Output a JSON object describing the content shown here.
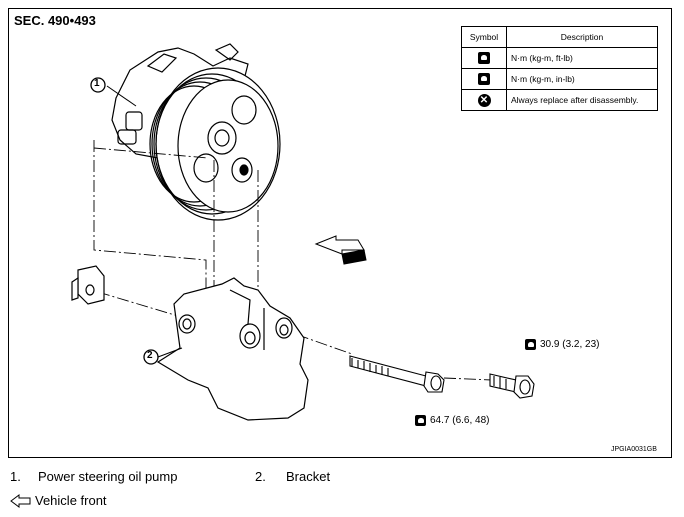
{
  "section_title": "SEC. 490•493",
  "legend": {
    "header_symbol": "Symbol",
    "header_description": "Description",
    "rows": [
      {
        "icon": "torque-wrench-ftlb-icon",
        "description": "N·m (kg-m, ft-lb)"
      },
      {
        "icon": "torque-wrench-inlb-icon",
        "description": "N·m (kg-m, in-lb)"
      },
      {
        "icon": "replace-x-icon",
        "description": "Always replace after disassembly."
      }
    ]
  },
  "torque_specs": {
    "upper": "30.9 (3.2, 23)",
    "lower": "64.7 (6.6, 48)"
  },
  "callouts": {
    "one": "1",
    "two": "2"
  },
  "image_code": "JPGIA0031GB",
  "parts": [
    {
      "num": "1.",
      "name": "Power steering oil pump"
    },
    {
      "num": "2.",
      "name": "Bracket"
    }
  ],
  "vehicle_front": "Vehicle front"
}
